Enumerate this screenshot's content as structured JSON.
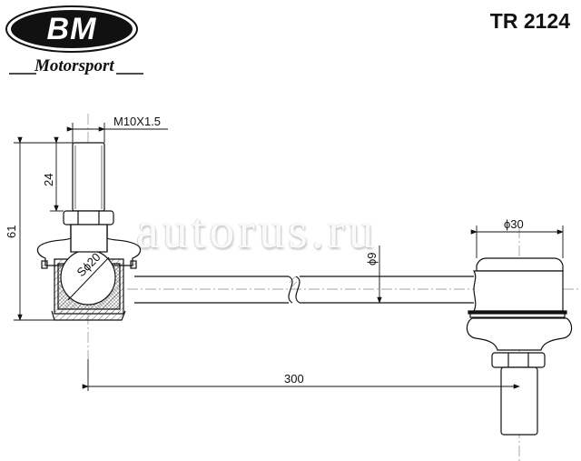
{
  "brand": {
    "logo_text": "BM",
    "subtitle": "Motorsport"
  },
  "part_number": "TR 2124",
  "watermark": "autorus.ru",
  "dimensions": {
    "thread": "M10X1.5",
    "stud_length": "24",
    "total_height": "61",
    "ball_diameter": "Sϕ20",
    "rod_diameter": "ϕ9",
    "end_diameter": "ϕ30",
    "length": "300"
  },
  "colors": {
    "line": "#111111",
    "background": "#ffffff",
    "hatch": "#555555"
  }
}
